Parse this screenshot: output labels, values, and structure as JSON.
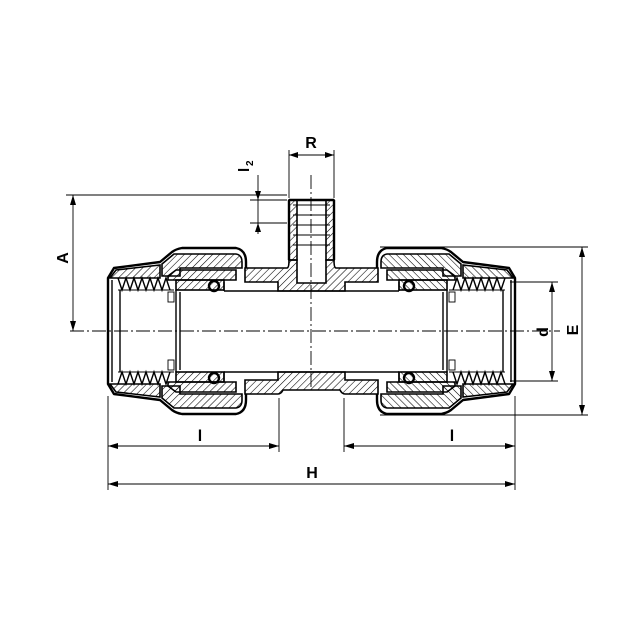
{
  "labels": {
    "R": "R",
    "l2": "l",
    "l2_sub": "2",
    "A": "A",
    "d": "d",
    "E": "E",
    "l_left": "l",
    "l_right": "l",
    "H": "H"
  }
}
